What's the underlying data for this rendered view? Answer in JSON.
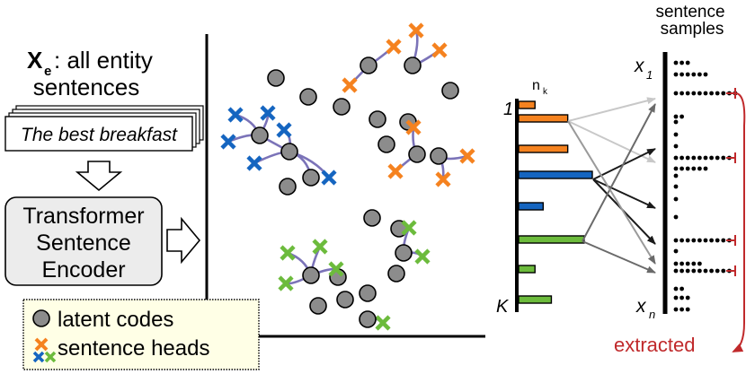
{
  "left_panel": {
    "xe_symbol": "X",
    "xe_subscript": "e",
    "xe_suffix": ": all entity",
    "xe_line2": "sentences",
    "card_text": "The best breakfast",
    "encoder_lines": [
      "Transformer",
      "Sentence",
      "Encoder"
    ]
  },
  "legend": {
    "latent_codes": "latent codes",
    "sentence_heads": "sentence heads"
  },
  "histogram": {
    "label_n": "n",
    "label_k": "k",
    "tick_top": "1",
    "tick_bottom": "K"
  },
  "samples": {
    "header_line1": "sentence",
    "header_line2": "samples",
    "x1": "x",
    "x1_sub": "1",
    "xn": "x",
    "xn_sub": "n",
    "extracted": "extracted"
  },
  "colors": {
    "orange": "#f5821f",
    "blue": "#1565c0",
    "green": "#6cbb3c",
    "gray": "#8c8c8c",
    "link": "#7b73b8",
    "extracted": "#c0292b",
    "legend_bg": "#ffffe6"
  },
  "chart_data": {
    "type": "bar",
    "orientation": "horizontal",
    "values": [
      2,
      6,
      6,
      9,
      3,
      8,
      2,
      4
    ],
    "series_colors": [
      "orange",
      "orange",
      "orange",
      "blue",
      "blue",
      "green",
      "green",
      "green"
    ]
  }
}
